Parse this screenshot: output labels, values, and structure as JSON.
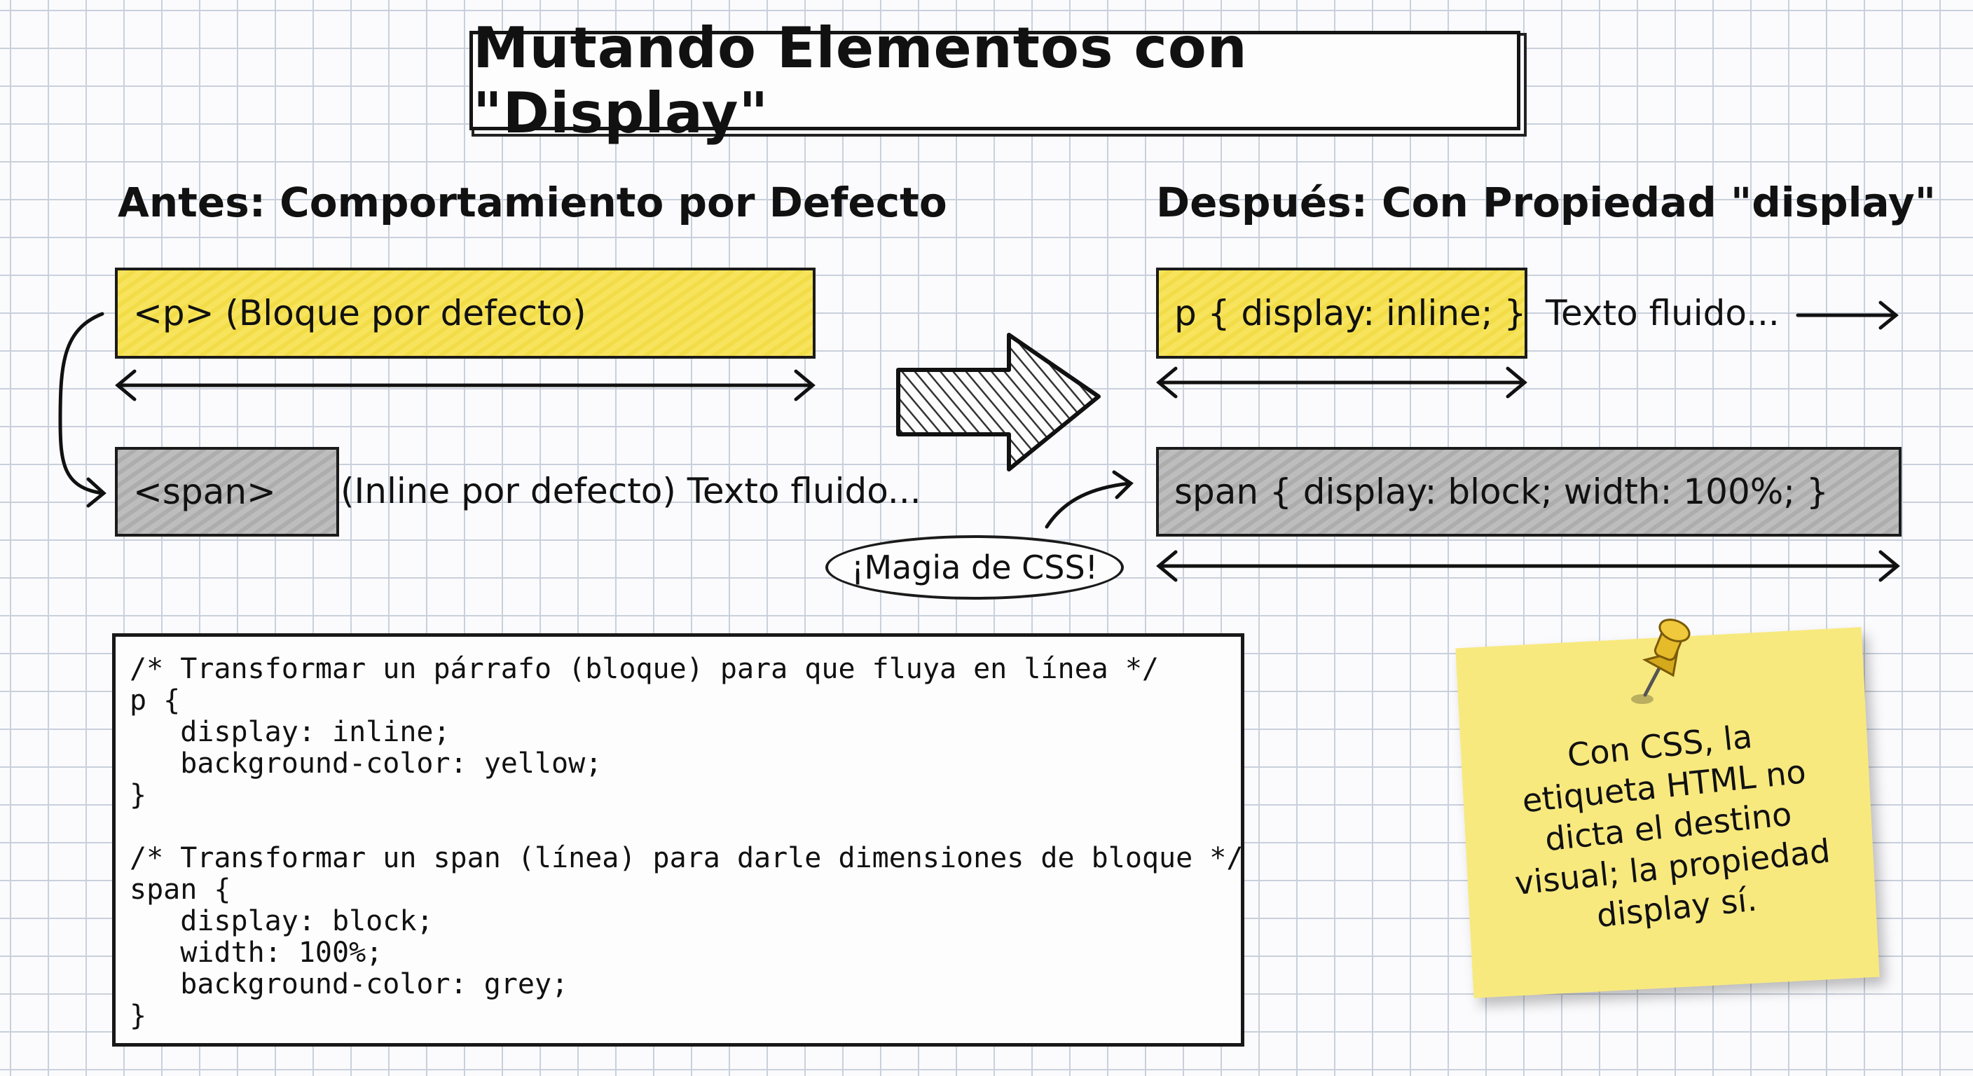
{
  "title": "Mutando Elementos con \"Display\"",
  "before": {
    "heading": "Antes: Comportamiento por Defecto",
    "p_box": "<p> (Bloque por defecto)",
    "span_box": "<span>",
    "span_rest": " (Inline por defecto) Texto fluido..."
  },
  "after": {
    "heading": "Después: Con Propiedad \"display\"",
    "p_box": "p { display: inline; }",
    "p_flow": "Texto fluido...",
    "span_box": "span { display: block; width: 100%; }"
  },
  "magic_label": "¡Magia de CSS!",
  "code": {
    "lines": [
      "/* Transformar un párrafo (bloque) para que fluya en línea */",
      "p {",
      "   display: inline;",
      "   background-color: yellow;",
      "}",
      "",
      "/* Transformar un span (línea) para darle dimensiones de bloque */",
      "span {",
      "   display: block;",
      "   width: 100%;",
      "   background-color: grey;",
      "}"
    ]
  },
  "note": {
    "text": "Con CSS, la etiqueta HTML no dicta el destino visual; la propiedad display sí.",
    "color": "#f8e97f"
  },
  "colors": {
    "yellow": "#f2dc48",
    "grey": "#adadad",
    "ink": "#151515"
  }
}
